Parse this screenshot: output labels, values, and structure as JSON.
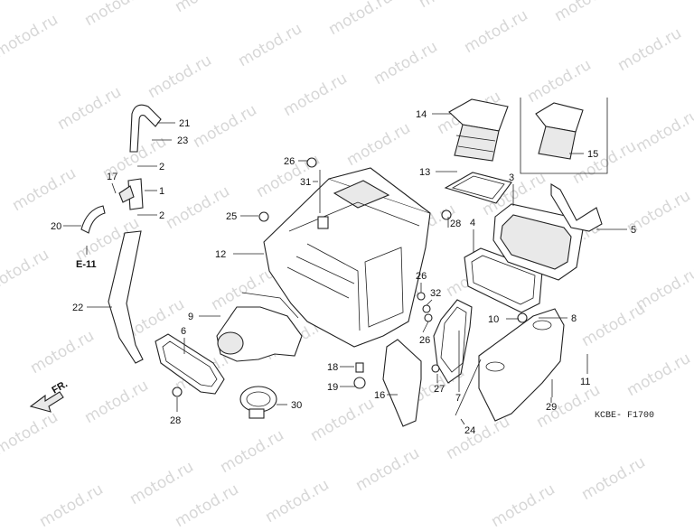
{
  "watermark": "motod.ru",
  "diagram_code": "KCBE- F1700",
  "reference_label": "E-11",
  "front_label": "FR.",
  "callouts": [
    {
      "id": "c1",
      "text": "1"
    },
    {
      "id": "c2a",
      "text": "2"
    },
    {
      "id": "c2b",
      "text": "2"
    },
    {
      "id": "c3",
      "text": "3"
    },
    {
      "id": "c4",
      "text": "4"
    },
    {
      "id": "c5",
      "text": "5"
    },
    {
      "id": "c6",
      "text": "6"
    },
    {
      "id": "c7",
      "text": "7"
    },
    {
      "id": "c8",
      "text": "8"
    },
    {
      "id": "c9",
      "text": "9"
    },
    {
      "id": "c10",
      "text": "10"
    },
    {
      "id": "c11",
      "text": "11"
    },
    {
      "id": "c12",
      "text": "12"
    },
    {
      "id": "c13",
      "text": "13"
    },
    {
      "id": "c14",
      "text": "14"
    },
    {
      "id": "c15",
      "text": "15"
    },
    {
      "id": "c16",
      "text": "16"
    },
    {
      "id": "c17",
      "text": "17"
    },
    {
      "id": "c18",
      "text": "18"
    },
    {
      "id": "c19",
      "text": "19"
    },
    {
      "id": "c20",
      "text": "20"
    },
    {
      "id": "c21",
      "text": "21"
    },
    {
      "id": "c22",
      "text": "22"
    },
    {
      "id": "c23",
      "text": "23"
    },
    {
      "id": "c24",
      "text": "24"
    },
    {
      "id": "c25",
      "text": "25"
    },
    {
      "id": "c26a",
      "text": "26"
    },
    {
      "id": "c26b",
      "text": "26"
    },
    {
      "id": "c26c",
      "text": "26"
    },
    {
      "id": "c27",
      "text": "27"
    },
    {
      "id": "c28a",
      "text": "28"
    },
    {
      "id": "c28b",
      "text": "28"
    },
    {
      "id": "c29",
      "text": "29"
    },
    {
      "id": "c30",
      "text": "30"
    },
    {
      "id": "c31",
      "text": "31"
    },
    {
      "id": "c32",
      "text": "32"
    }
  ]
}
